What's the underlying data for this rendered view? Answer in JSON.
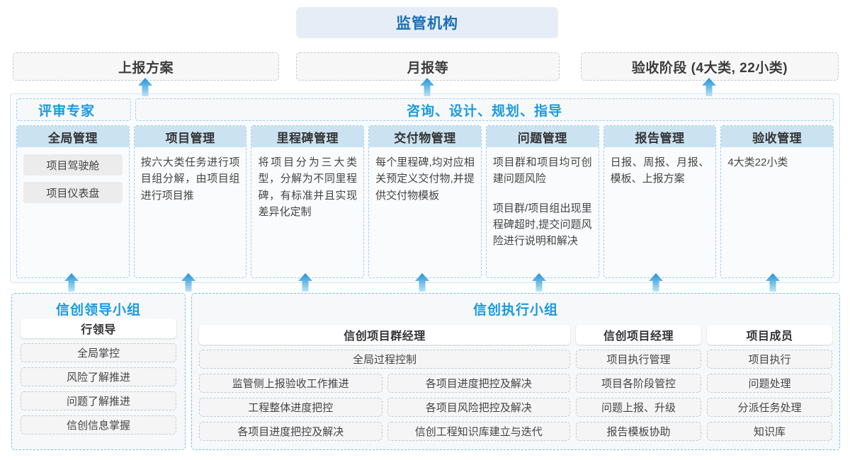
{
  "top": {
    "title": "监管机构",
    "boxes": [
      "上报方案",
      "月报等",
      "验收阶段 (4大类, 22小类)"
    ]
  },
  "middle": {
    "banner_left": "评审专家",
    "banner_right": "咨询、设计、规划、指导",
    "columns": [
      {
        "header": "全局管理",
        "pills": [
          "项目驾驶舱",
          "项目仪表盘"
        ],
        "paragraphs": []
      },
      {
        "header": "项目管理",
        "pills": [],
        "paragraphs": [
          "按六大类任务进行项目组分解，由项目组进行项目推"
        ]
      },
      {
        "header": "里程碑管理",
        "pills": [],
        "paragraphs": [
          "将项目分为三大类型，分解为不同里程碑，有标准并且实现差异化定制"
        ]
      },
      {
        "header": "交付物管理",
        "pills": [],
        "paragraphs": [
          "每个里程碑,均对应相关预定义交付物,并提供交付物模板"
        ]
      },
      {
        "header": "问题管理",
        "pills": [],
        "paragraphs": [
          "项目群和项目均可创建问题风险",
          "项目群/项目组出现里程碑超时,提交问题风险进行说明和解决"
        ]
      },
      {
        "header": "报告管理",
        "pills": [],
        "paragraphs": [
          "日报、周报、月报、模板、上报方案"
        ]
      },
      {
        "header": "验收管理",
        "pills": [],
        "paragraphs": [
          "4大类22小类"
        ]
      }
    ]
  },
  "bottom": {
    "left_group": {
      "title": "信创领导小组",
      "head": "行领导",
      "items": [
        "全局掌控",
        "风险了解推进",
        "问题了解推进",
        "信创信息掌握"
      ]
    },
    "right_group": {
      "title": "信创执行小组",
      "columns": [
        {
          "head": "信创项目群经理",
          "full_item": "全局过程控制",
          "grid_items": [
            "监管侧上报验收工作推进",
            "各项目进度把控及解决",
            "工程整体进度把控",
            "各项目风险把控及解决",
            "各项目进度把控及解决",
            "信创工程知识库建立与迭代"
          ],
          "items": []
        },
        {
          "head": "信创项目经理",
          "full_item": "",
          "grid_items": [],
          "items": [
            "项目执行管理",
            "项目各阶段管控",
            "问题上报、升级",
            "报告模板协助"
          ]
        },
        {
          "head": "项目成员",
          "full_item": "",
          "grid_items": [],
          "items": [
            "项目执行",
            "问题处理",
            "分派任务处理",
            "知识库"
          ]
        }
      ]
    }
  },
  "colors": {
    "accent_blue": "#1a9ae0",
    "title_blue": "#1a6fb5",
    "header_fill": "#cbe2f1",
    "top_fill": "#e7edf6",
    "arrow_top": "#1e93d8",
    "arrow_bottom": "#bde2f6"
  },
  "arrows": {
    "icon": "arrow-up-icon",
    "top_row": [
      205,
      603,
      1001
    ],
    "mid_row": [
      101,
      266,
      431,
      596,
      761,
      926,
      1091
    ]
  }
}
